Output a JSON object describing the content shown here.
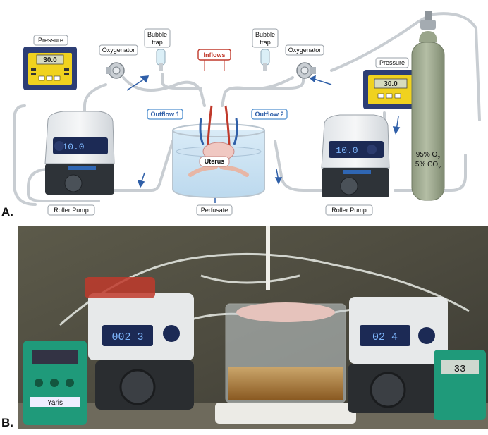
{
  "panel_a": {
    "letter": "A.",
    "pressure_left": {
      "label": "Pressure",
      "display": "30.0"
    },
    "pressure_right": {
      "label": "Pressure",
      "display": "30.0"
    },
    "oxygenator_left": "Oxygenator",
    "oxygenator_right": "Oxygenator",
    "bubble_trap_left_line1": "Bubble",
    "bubble_trap_left_line2": "trap",
    "bubble_trap_right_line1": "Bubble",
    "bubble_trap_right_line2": "trap",
    "inflows": "Inflows",
    "outflow_1": "Outflow 1",
    "outflow_2": "Outflow 2",
    "uterus": "Uterus",
    "perfusate": "Perfusate",
    "roller_pump_left": {
      "label": "Roller Pump",
      "display": "10.0"
    },
    "roller_pump_right": {
      "label": "Roller Pump",
      "display": "10.0"
    },
    "gas_line1": "95% O",
    "gas_line1_sub": "2",
    "gas_line2": "5% CO",
    "gas_line2_sub": "2"
  },
  "panel_b": {
    "letter": "B.",
    "pump_left_display": "002 3",
    "pump_right_display": "02 4",
    "left_monitor_label": "Yaris",
    "right_monitor_display": "33"
  },
  "colors": {
    "tubing": "#c8cdd2",
    "arterial": "#c0392b",
    "venous": "#2f5fa8",
    "label_border": "#4f8fcf",
    "inflow_border": "#c0392b",
    "cylinder": "#9aa58b"
  }
}
